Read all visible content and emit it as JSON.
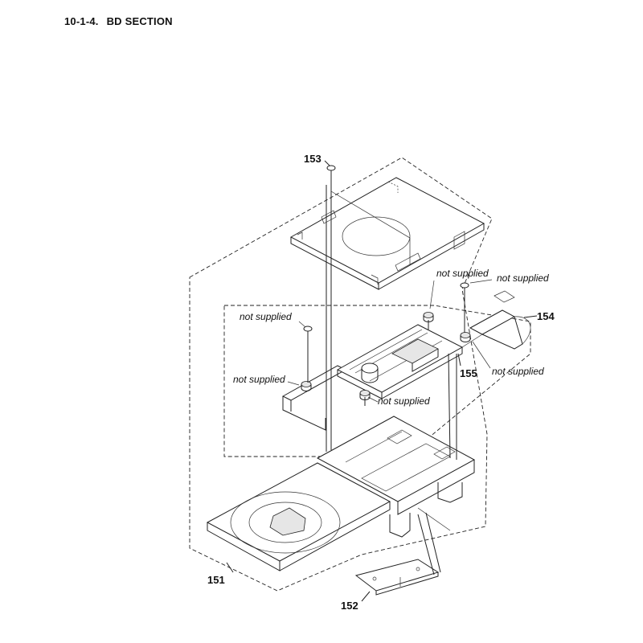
{
  "header": {
    "section_number": "10-1-4.",
    "section_title": "BD SECTION"
  },
  "callouts": {
    "p151": "151",
    "p152": "152",
    "p153": "153",
    "p154": "154",
    "p155": "155"
  },
  "notes": {
    "n1": "not supplied",
    "n2": "not supplied",
    "n3": "not supplied",
    "n4": "not supplied",
    "n5": "not supplied",
    "n6": "not supplied"
  }
}
